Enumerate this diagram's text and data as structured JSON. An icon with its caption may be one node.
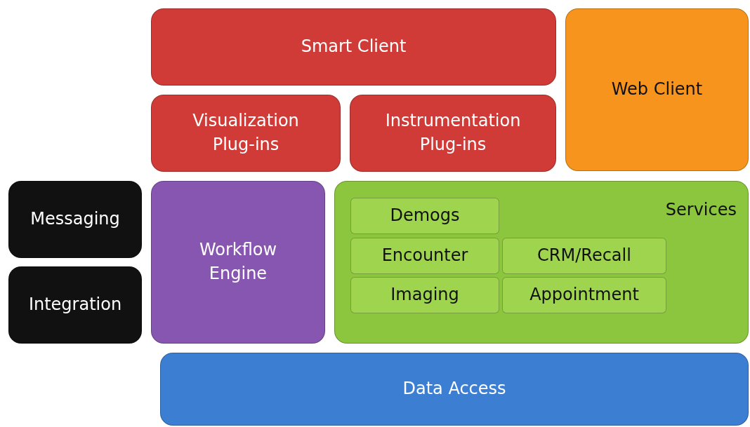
{
  "diagram": {
    "nodes": [
      {
        "text": [
          "Smart Client"
        ]
      },
      {
        "text": [
          "Web Client"
        ]
      },
      {
        "text": [
          "Visualization Plug-ins"
        ]
      },
      {
        "text": [
          "Instrumentation Plug-ins"
        ]
      },
      {
        "text": [
          "Messaging"
        ]
      },
      {
        "text": [
          "Workflow Engine"
        ]
      },
      {
        "text": [
          "Services"
        ]
      },
      {
        "text": [
          "Demogs"
        ],
        "in": 6
      },
      {
        "text": [
          "Encounter"
        ],
        "in": 6
      },
      {
        "text": [
          "CRM/Recall"
        ],
        "in": 6
      },
      {
        "text": [
          "Imaging"
        ],
        "in": 6
      },
      {
        "text": [
          "Appointment"
        ],
        "in": 6
      },
      {
        "text": [
          "Integration"
        ]
      },
      {
        "text": [
          "Data Access"
        ]
      }
    ]
  }
}
